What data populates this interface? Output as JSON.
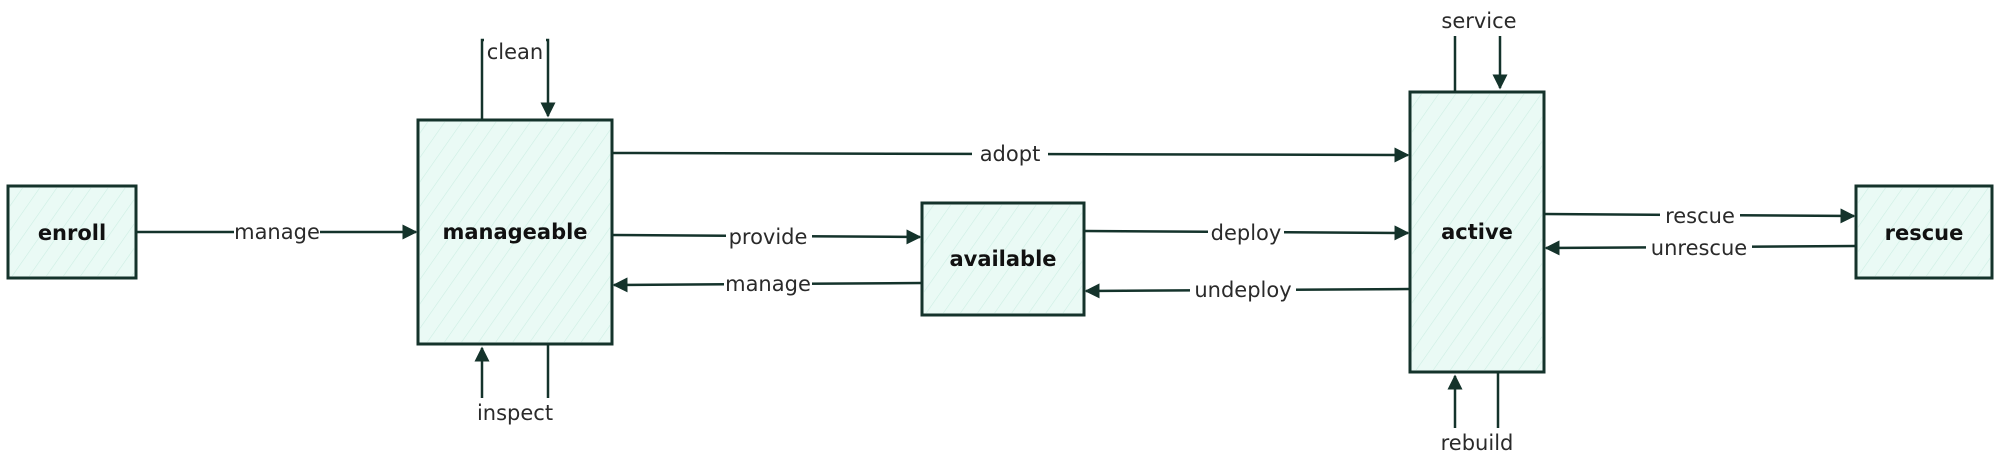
{
  "states": {
    "enroll": "enroll",
    "manageable": "manageable",
    "available": "available",
    "active": "active",
    "rescue": "rescue"
  },
  "transitions": {
    "enroll_manage": "manage",
    "clean": "clean",
    "inspect": "inspect",
    "adopt": "adopt",
    "provide": "provide",
    "available_manage": "manage",
    "deploy": "deploy",
    "undeploy": "undeploy",
    "service": "service",
    "rebuild": "rebuild",
    "rescue": "rescue",
    "unrescue": "unrescue"
  },
  "colors": {
    "box_fill": "#eafaf5",
    "stroke": "#14332b",
    "text": "#111111"
  }
}
